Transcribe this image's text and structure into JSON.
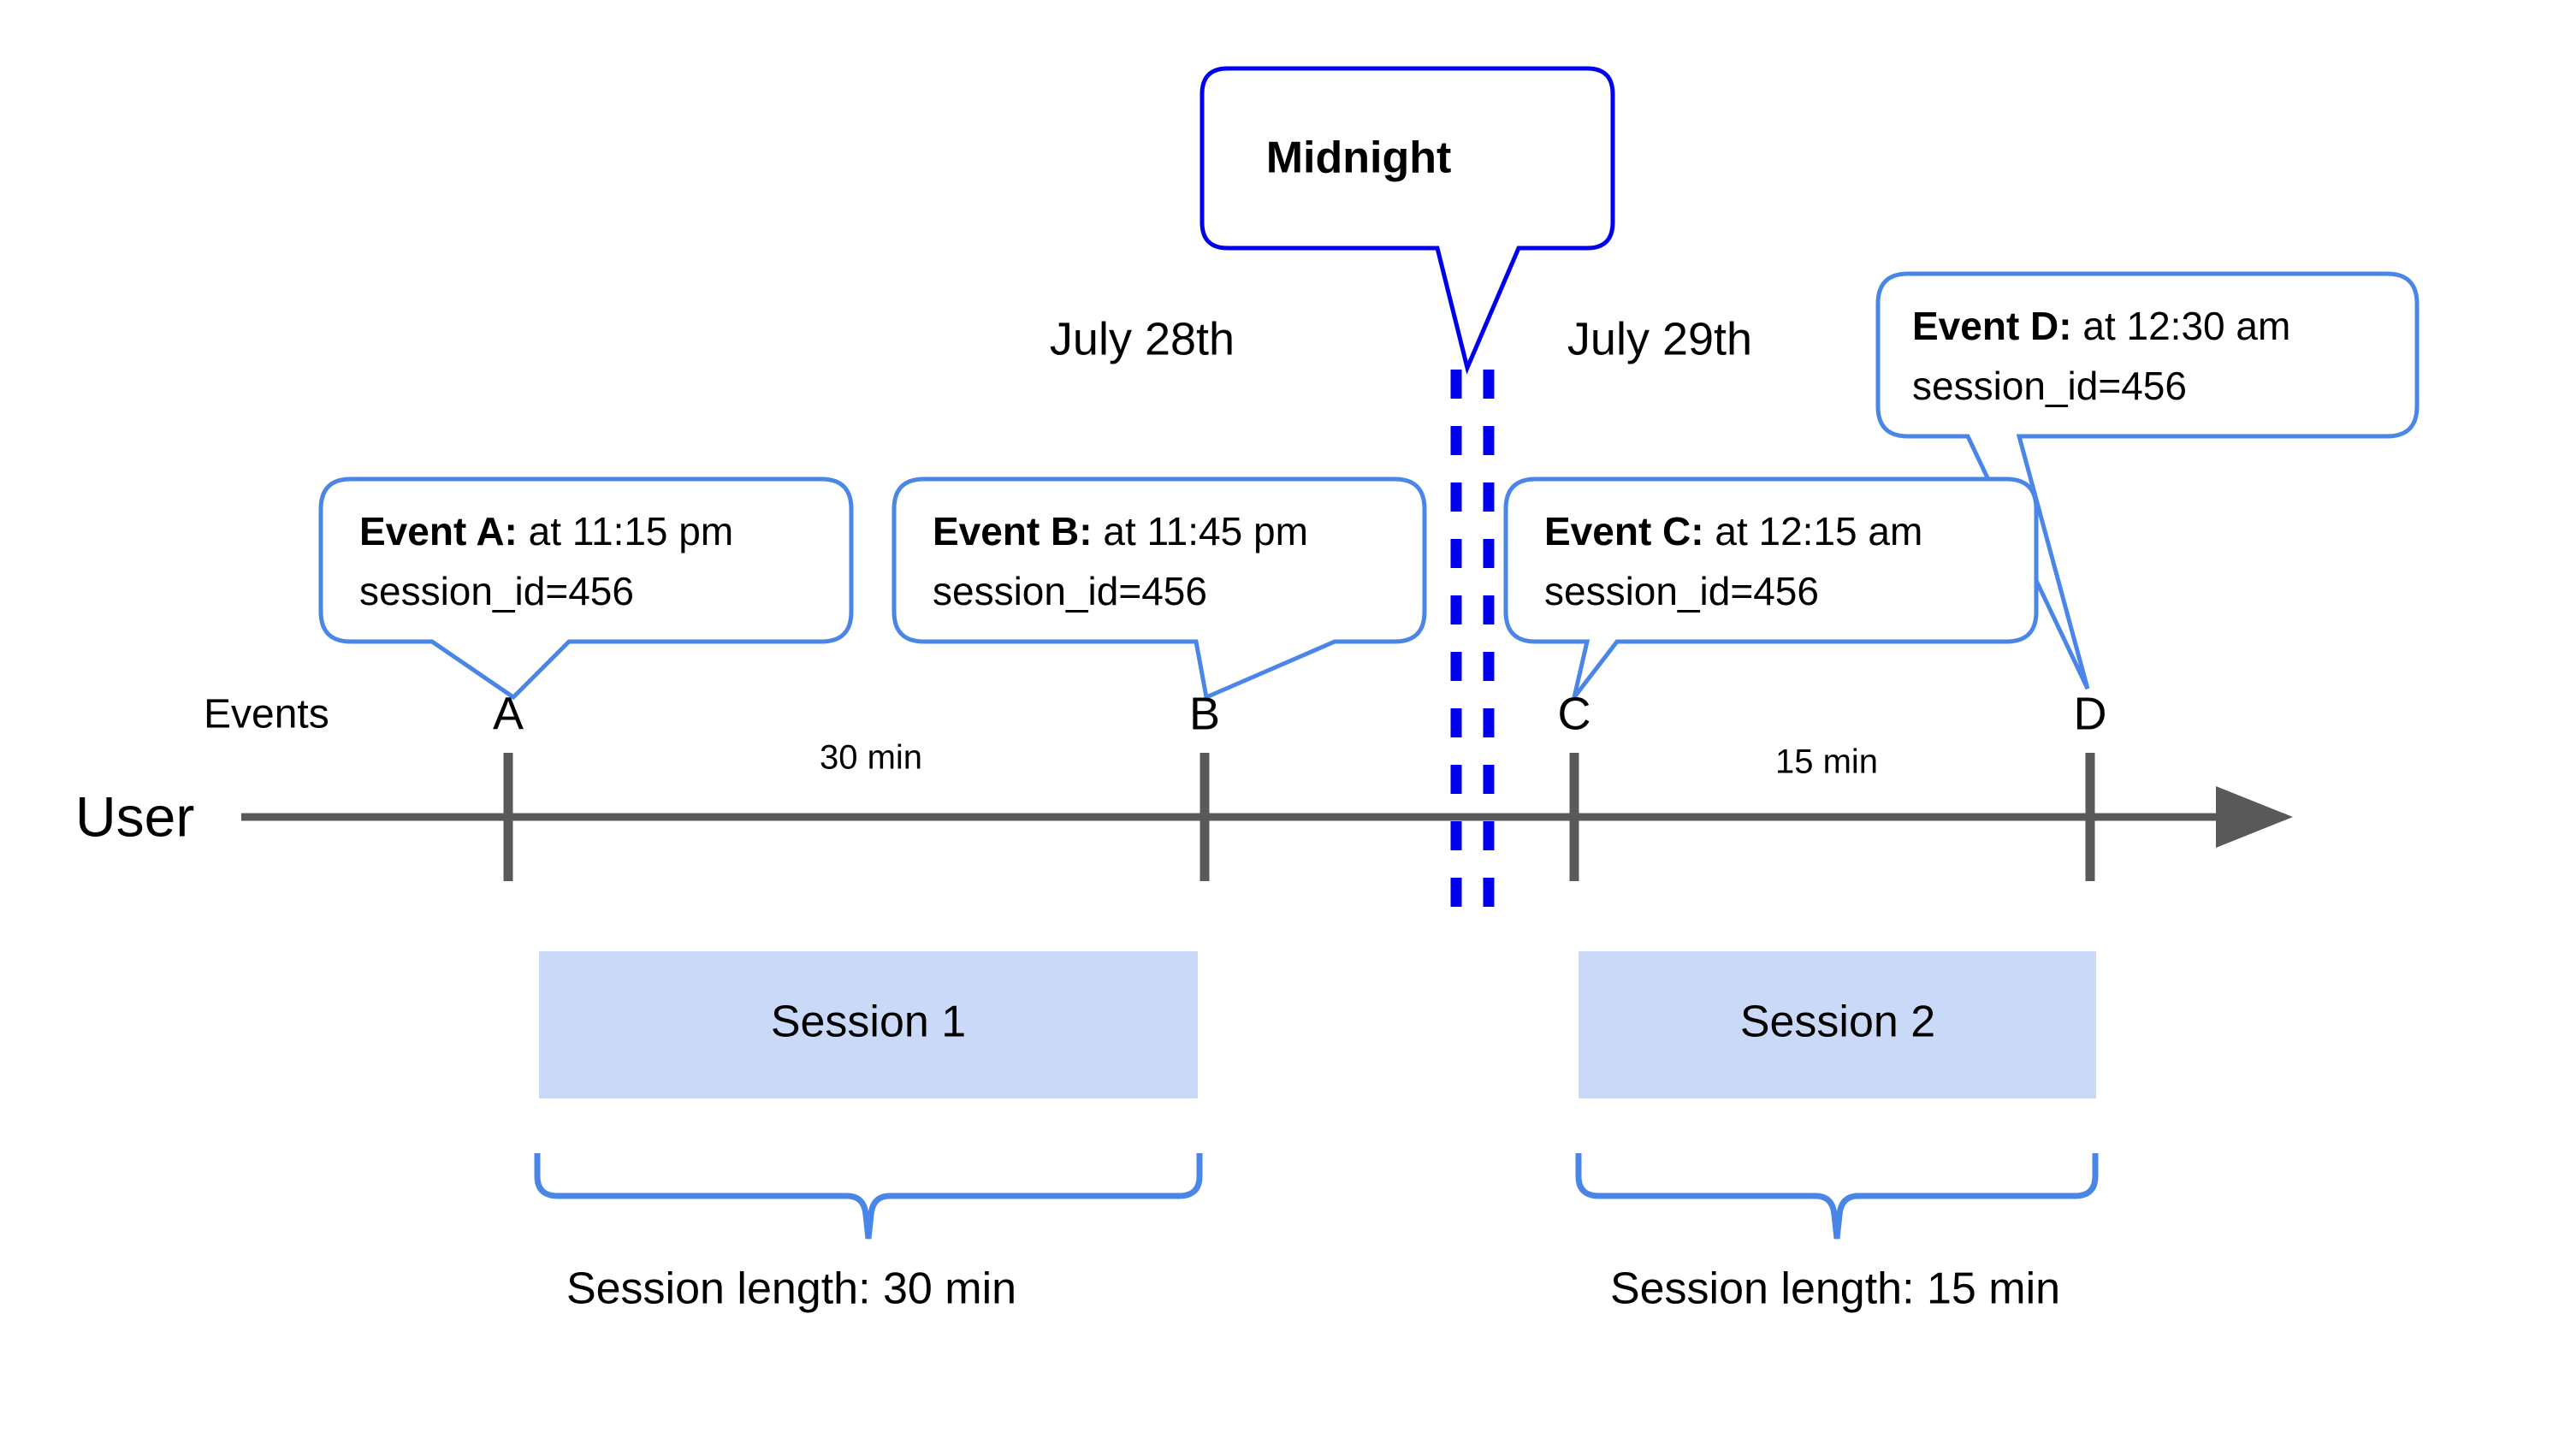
{
  "diagram": {
    "title_callout": {
      "label": "Midnight",
      "border_color": "#0000EE"
    },
    "dates": [
      {
        "label": "July 28th"
      },
      {
        "label": "July 29th"
      }
    ],
    "lanes": {
      "user_label": "User",
      "events_label": "Events"
    },
    "events": [
      {
        "marker": "A",
        "title": "Event A:",
        "detail": " at 11:15 pm",
        "line2": "session_id=456"
      },
      {
        "marker": "B",
        "title": "Event B:",
        "detail": " at 11:45 pm",
        "line2": "session_id=456"
      },
      {
        "marker": "C",
        "title": "Event C:",
        "detail": " at 12:15 am",
        "line2": "session_id=456"
      },
      {
        "marker": "D",
        "title": "Event D:",
        "detail": " at 12:30 am",
        "line2": "session_id=456"
      }
    ],
    "durations": [
      {
        "label": "30 min"
      },
      {
        "label": "15 min"
      }
    ],
    "sessions": [
      {
        "box_label": "Session 1",
        "length_label": "Session length: 30 min"
      },
      {
        "box_label": "Session 2",
        "length_label": "Session length: 15 min"
      }
    ],
    "colors": {
      "callout_border": "#4A86E8",
      "midnight_border": "#0000EE",
      "midnight_dashes": "#0000EE",
      "session_fill": "#C9D9F7",
      "axis": "#595959",
      "brace": "#4A86E8",
      "text": "#000000"
    }
  }
}
